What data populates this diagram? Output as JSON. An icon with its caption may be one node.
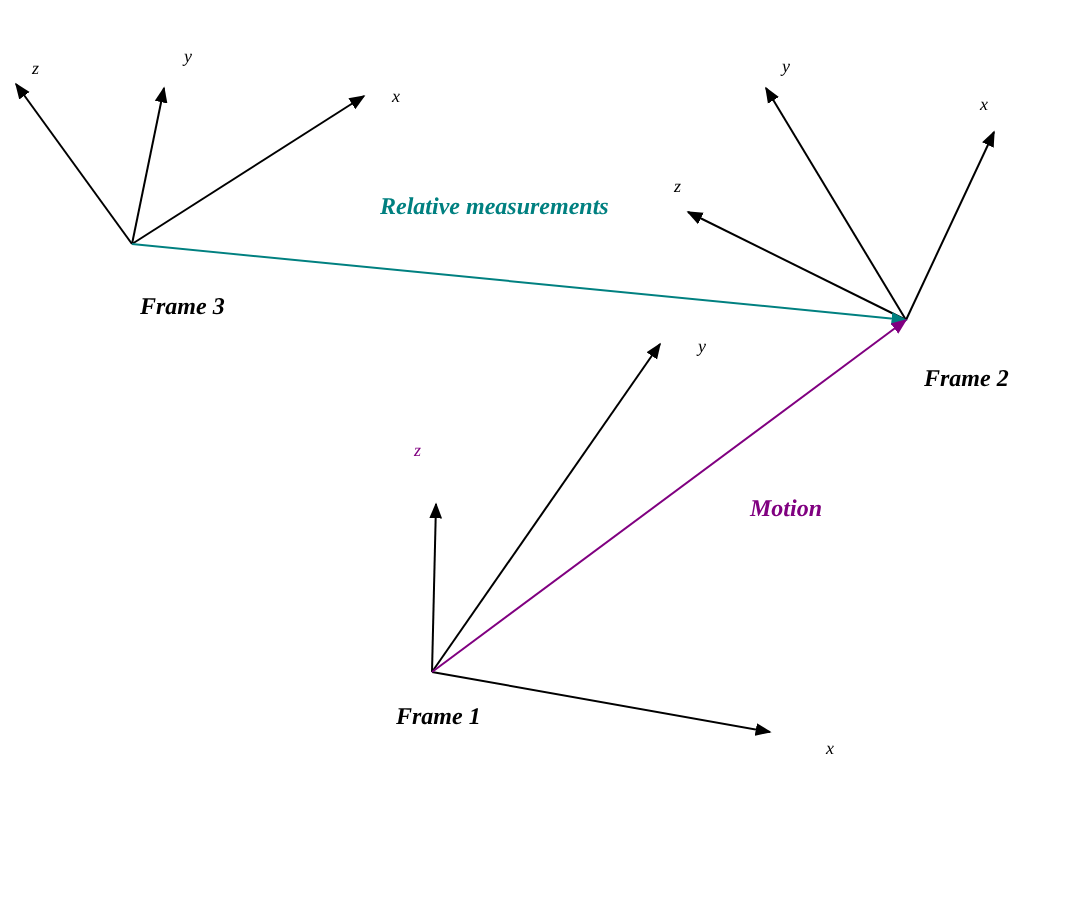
{
  "diagram": {
    "nodes": [
      {
        "text": [
          "Frame 3"
        ]
      },
      {
        "text": [
          "Frame 2"
        ]
      },
      {
        "text": [
          "Frame 1"
        ]
      }
    ],
    "edges": [
      {
        "from": 0,
        "to": 1,
        "arrow": "to",
        "label": "Relative measurements",
        "color": "#008080"
      },
      {
        "from": 2,
        "to": 1,
        "arrow": "to",
        "label": "Motion",
        "color": "#800080"
      }
    ],
    "labels": [
      "y",
      "y",
      "z",
      "x",
      "x",
      "z",
      "y",
      "z",
      "x"
    ]
  }
}
